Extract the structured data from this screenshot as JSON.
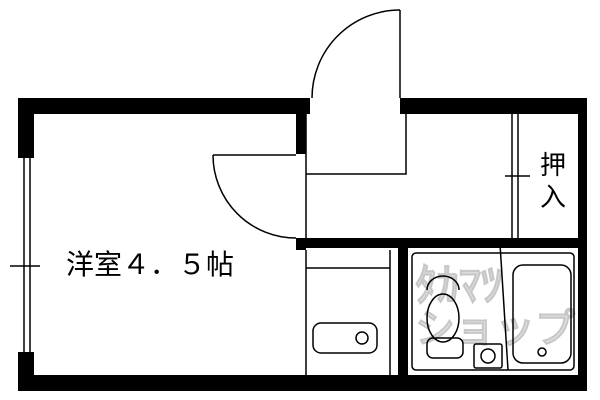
{
  "rooms": {
    "western_room_label": "洋室４．５帖",
    "closet_label_line1": "押",
    "closet_label_line2": "入"
  },
  "watermark": {
    "text_line1": "ﾀｶﾏﾂ",
    "text_line2": "ショップ"
  },
  "colors": {
    "wall": "#000000",
    "line": "#000000",
    "background": "#ffffff",
    "watermark": "#d0d0d0"
  }
}
